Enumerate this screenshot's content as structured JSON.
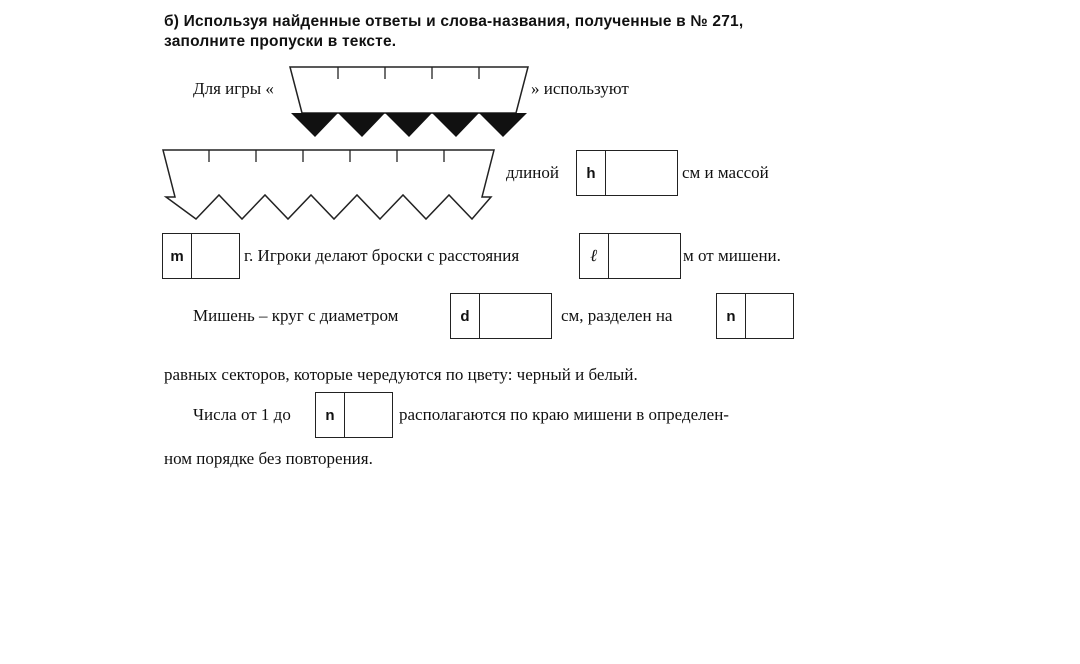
{
  "task": {
    "line1": "б) Используя найденные ответы и слова-названия, полученные в № 271,",
    "line2": "заполните пропуски в тексте."
  },
  "text": {
    "game_prefix": "Для игры «",
    "game_suffix": "» используют",
    "length_label": "длиной",
    "cm_and_mass": "см и массой",
    "throw_text": "г. Игроки делают броски с расстояния",
    "from_target": "м от мишени.",
    "target_text": "Мишень – круг с диаметром",
    "cm_divided": "см,  разделен на",
    "sectors_text": "равных секторов, которые чередуются по цвету: черный и белый.",
    "numbers_prefix": "Числа от 1 до",
    "numbers_suffix": "располагаются по краю мишени в определен-",
    "last_line": "ном порядке без повторения."
  },
  "boxes": {
    "h": "h",
    "m": "m",
    "l": "ℓ",
    "d": "d",
    "n1": "n",
    "n2": "n"
  },
  "colors": {
    "ink": "#111111",
    "background": "#ffffff"
  }
}
